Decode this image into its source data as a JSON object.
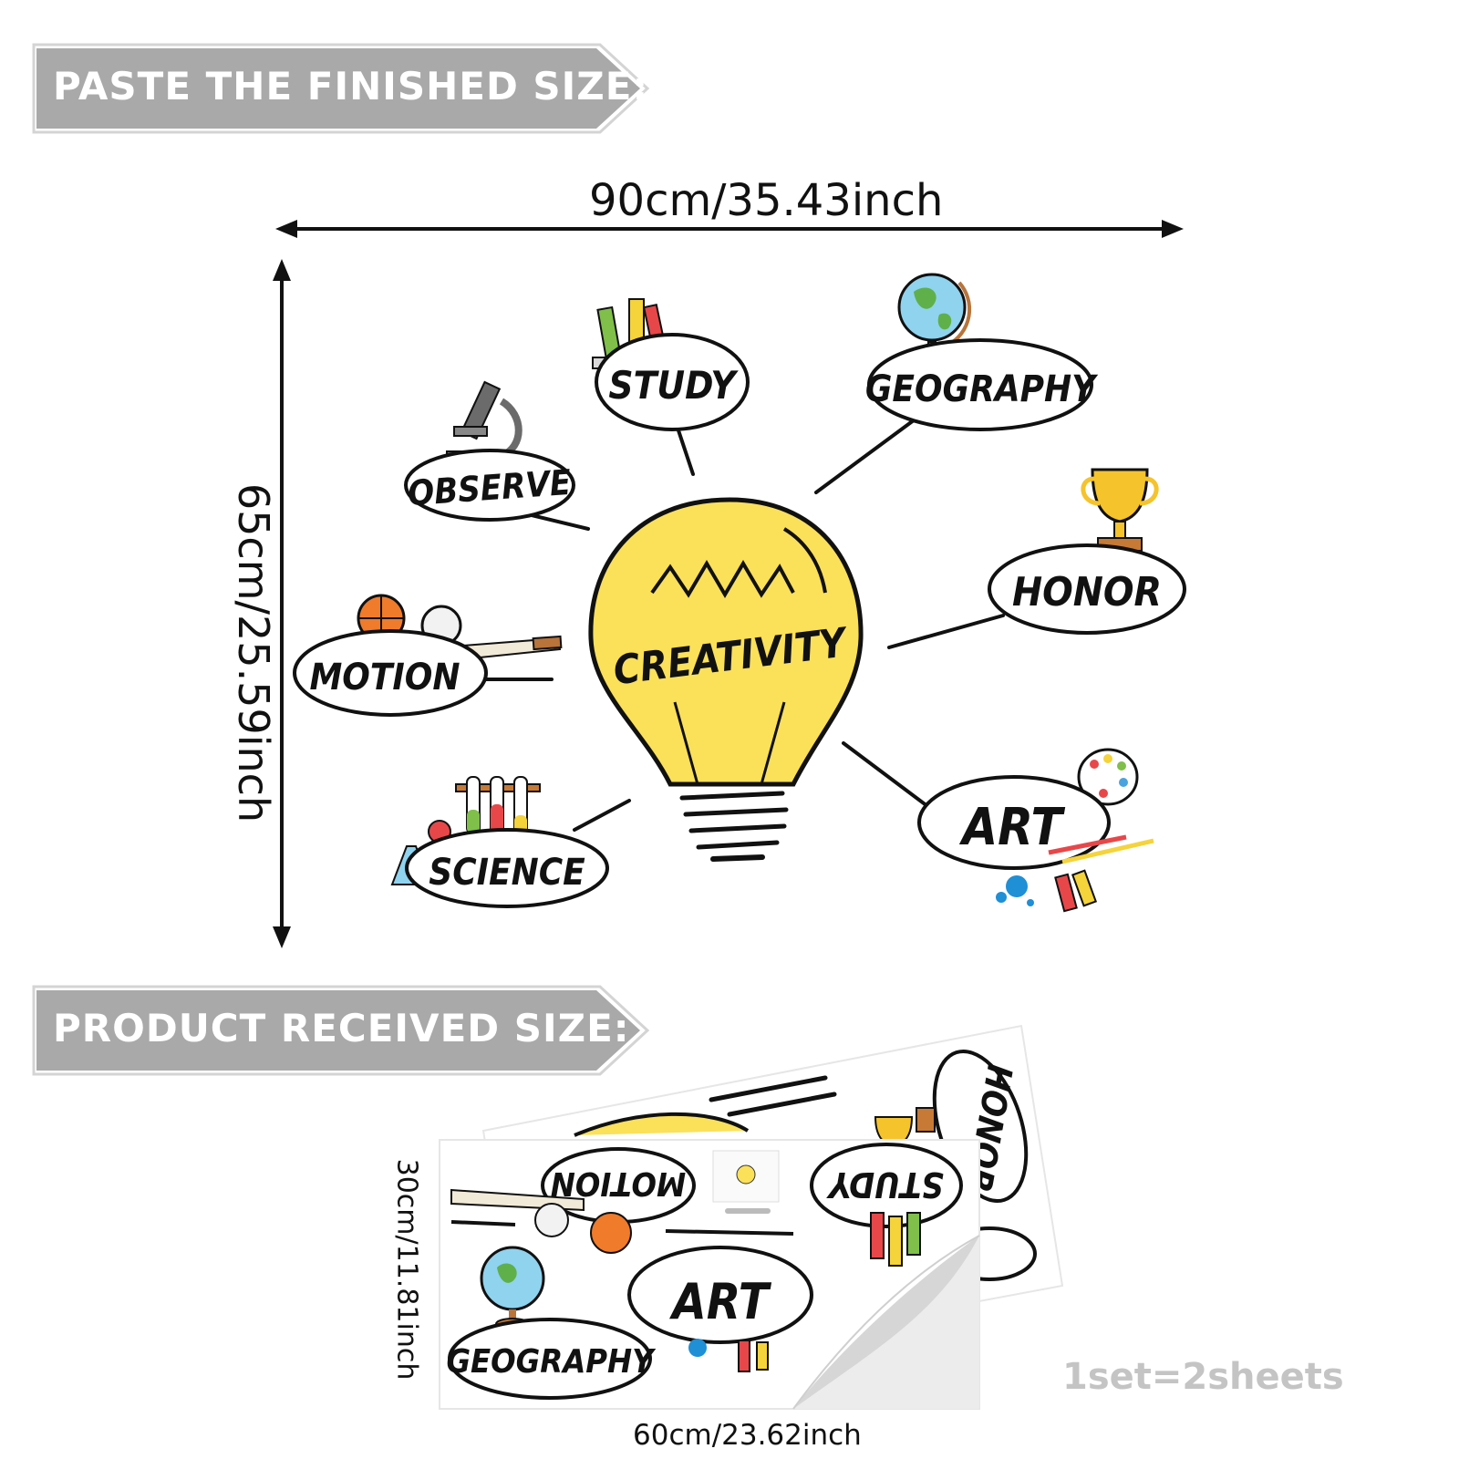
{
  "banners": {
    "finished": "PASTE THE FINISHED SIZE:",
    "received": "PRODUCT RECEIVED SIZE:"
  },
  "dimensions": {
    "finished_width": "90cm/35.43inch",
    "finished_height": "65cm/25.59inch",
    "received_width": "60cm/23.62inch",
    "received_height": "30cm/11.81inch"
  },
  "decal": {
    "center_word": "CREATIVITY",
    "words": {
      "study": "STUDY",
      "geography": "GEOGRAPHY",
      "observe": "OBSERVE",
      "honor": "HONOR",
      "motion": "MOTION",
      "science": "SCIENCE",
      "art": "ART"
    }
  },
  "sheet": {
    "words": {
      "motion": "MOTION",
      "study": "STUDY",
      "art": "ART",
      "geography": "GEOGRAPHY",
      "honor": "HONOR"
    }
  },
  "set_note": "1set=2sheets",
  "colors": {
    "banner_gray": "#a9a9a9",
    "bulb_yellow": "#fbe05a",
    "ink": "#111111",
    "note_gray": "#c4c4c4"
  }
}
